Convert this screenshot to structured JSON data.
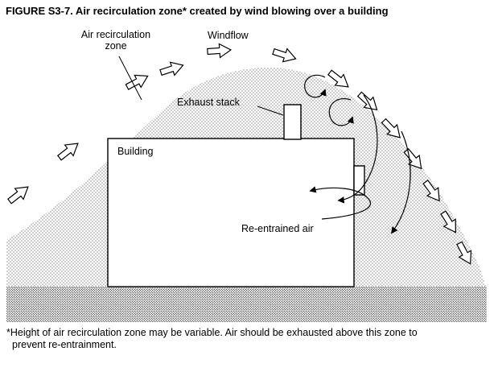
{
  "figure": {
    "title": "FIGURE S3-7. Air recirculation zone* created by wind blowing over a building",
    "labels": {
      "air_recirculation_zone": "Air recirculation\nzone",
      "windflow": "Windflow",
      "exhaust_stack": "Exhaust stack",
      "building": "Building",
      "re_entrained_air": "Re-entrained air"
    },
    "footnote": {
      "line1": "*Height of air recirculation zone may be variable. Air should be exhausted above this zone to",
      "line2": "prevent re-entrainment."
    },
    "colors": {
      "line": "#000000",
      "fill": "#ffffff",
      "stipple_dot": "#555555",
      "ground_dot": "#333333"
    }
  }
}
